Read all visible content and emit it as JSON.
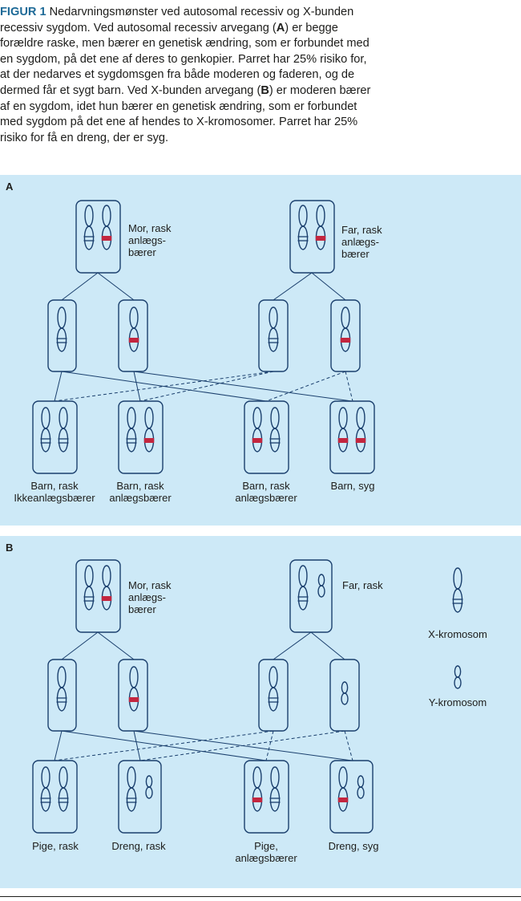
{
  "caption": {
    "label": "FIGUR 1",
    "parts": [
      {
        "t": " Nedarvningsmønster ved autosomal recessiv og X-bunden recessiv sygdom. Ved autosomal recessiv arvegang (",
        "b": false
      },
      {
        "t": "A",
        "b": true
      },
      {
        "t": ") er begge forældre raske, men bærer en genetisk ændring, som er forbundet med en sygdom, på det ene af deres to genkopier. Parret har 25% risiko for, at der nedarves et sygdomsgen fra både moderen og faderen, og de dermed får et sygt barn. Ved X-bunden arvegang (",
        "b": false
      },
      {
        "t": "B",
        "b": true
      },
      {
        "t": ") er moderen bærer af en sygdom, idet hun bærer en genetisk ændring, som er forbundet med sygdom på det ene af hendes to X-kromosomer. Parret har 25% risiko for få en dreng, der er syg.",
        "b": false
      }
    ]
  },
  "colors": {
    "panel_bg": "#cde9f7",
    "outline": "#1a3f6d",
    "mutation": "#c3263f",
    "caption_label": "#1e6a97"
  },
  "panel_a": {
    "letter": "A",
    "mother": "Mor, rask\nanlægs-\nbærer",
    "father": "Far, rask\nanlægs-\nbærer",
    "children": [
      "Barn, rask\nIkkeanlægsbærer",
      "Barn, rask\nanlægsbærer",
      "Barn, rask\nanlægsbærer",
      "Barn, syg"
    ]
  },
  "panel_b": {
    "letter": "B",
    "mother": "Mor, rask\nanlægs-\nbærer",
    "father": "Far, rask",
    "children": [
      "Pige, rask",
      "Dreng, rask",
      "Pige,\nanlægsbærer",
      "Dreng, syg"
    ],
    "legend": {
      "x": "X-kromosom",
      "y": "Y-kromosom"
    }
  }
}
